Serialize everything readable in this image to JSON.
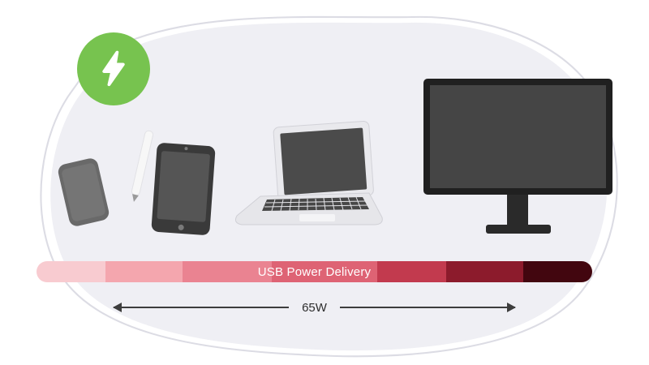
{
  "badge": {
    "icon": "lightning",
    "color": "#77c34f"
  },
  "devices": [
    {
      "name": "smartphone"
    },
    {
      "name": "tablet"
    },
    {
      "name": "stylus"
    },
    {
      "name": "laptop"
    },
    {
      "name": "monitor"
    }
  ],
  "power_bar": {
    "label": "USB Power Delivery",
    "text_color": "#ffffff",
    "segments": [
      {
        "color": "#f8cbd0",
        "width": 85
      },
      {
        "color": "#f4a6ae",
        "width": 95
      },
      {
        "color": "#ea8391",
        "width": 110
      },
      {
        "color": "#de6374",
        "width": 130
      },
      {
        "color": "#c23a4e",
        "width": 85
      },
      {
        "color": "#8c1b2c",
        "width": 95
      },
      {
        "color": "#42060f",
        "width": 85
      }
    ]
  },
  "arrow": {
    "label": "65W",
    "color": "#3d3d3d"
  }
}
